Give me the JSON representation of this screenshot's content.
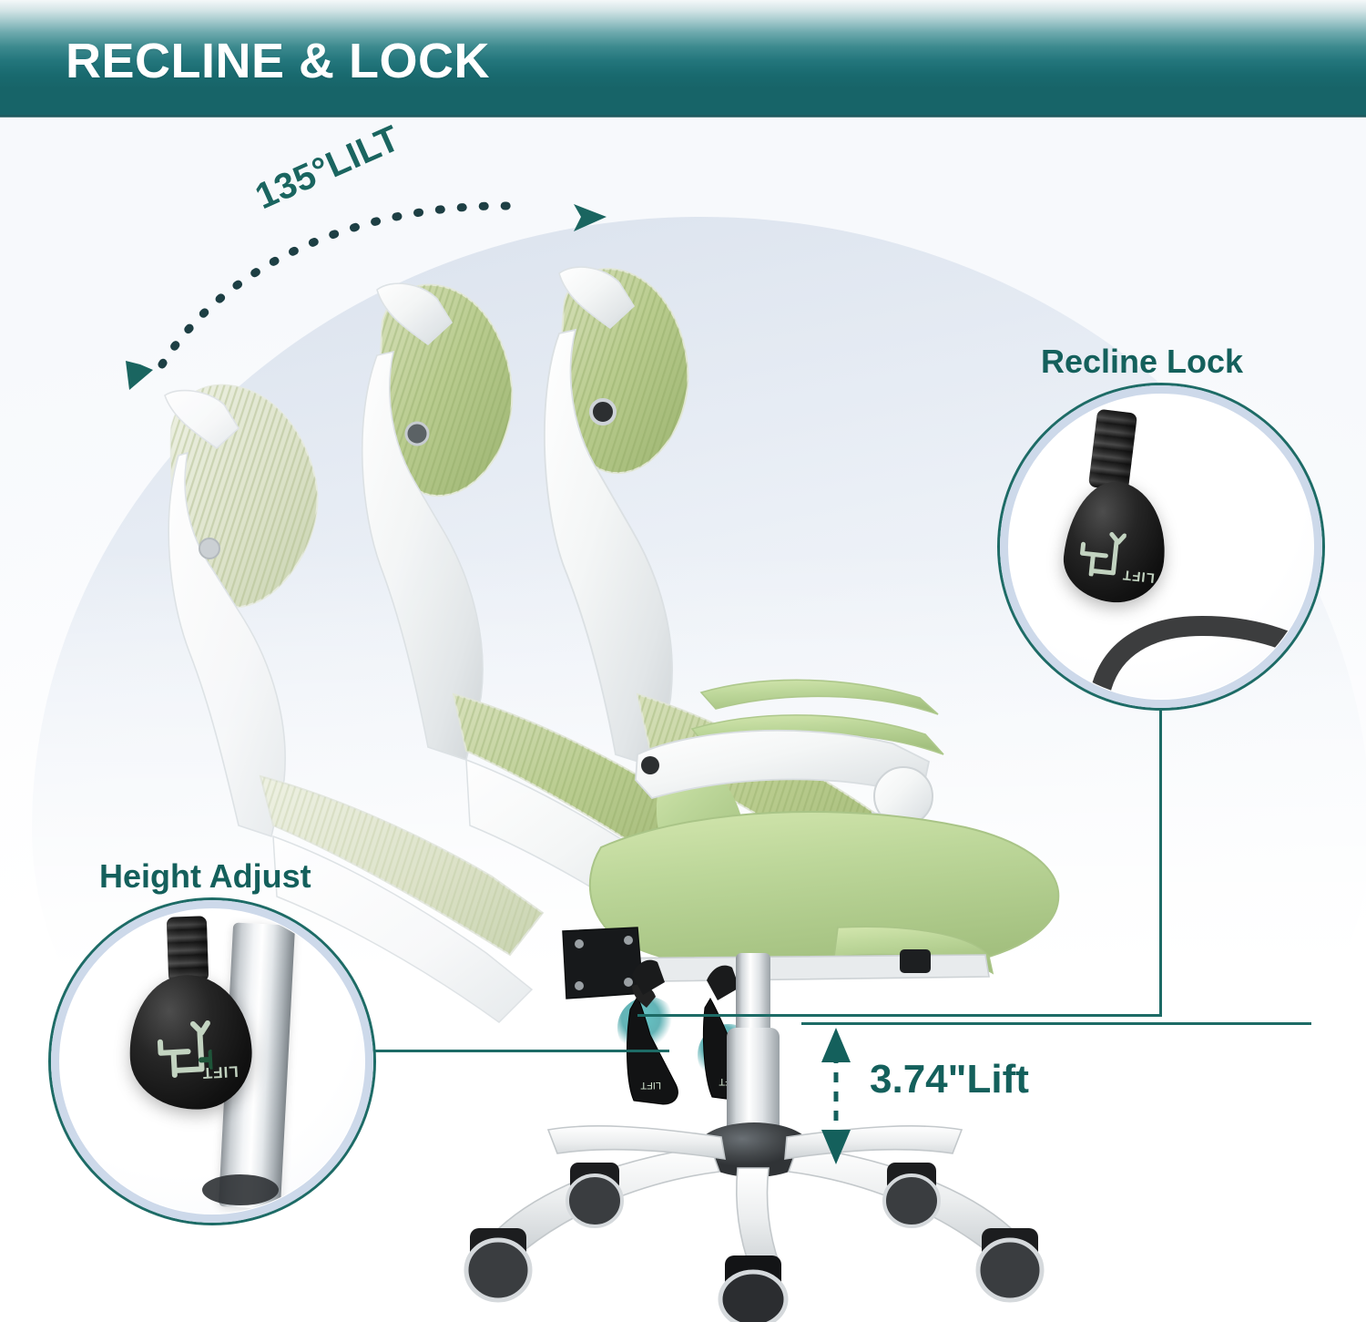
{
  "banner": {
    "title": "RECLINE & LOCK",
    "bg_top": "#f4f8f9",
    "bg_bottom": "#176468",
    "text_color": "#ffffff"
  },
  "annotations": {
    "tilt": {
      "label": "135°LILT",
      "color": "#1a6560",
      "arrow_style": "dotted-arc-double-headed"
    },
    "lift": {
      "label": "3.74\"Lift",
      "color": "#14605c",
      "arrow_style": "dashed-vertical-double-headed"
    }
  },
  "callouts": [
    {
      "id": "recline-lock",
      "title": "Recline Lock",
      "title_color": "#14605c",
      "ring_color": "#1d6b66",
      "ring_inner_color": "#cdd9ea",
      "lever_label": "LIFT",
      "connector": "elbow-down-left"
    },
    {
      "id": "height-adjust",
      "title": "Height Adjust",
      "title_color": "#14605c",
      "ring_color": "#1d6b66",
      "ring_inner_color": "#cdd9ea",
      "lever_label": "LIFT",
      "connector": "straight-right"
    }
  ],
  "product": {
    "type": "ergonomic-office-chair",
    "frame_color": "#f2f4f5",
    "mesh_color": "#b9cc8e",
    "cushion_color": "#bcd69a",
    "base_color": "#e8eaec",
    "caster_color": "#232323",
    "recline_positions": 3
  },
  "background": {
    "page_color": "#ffffff",
    "wash_color": "#dfe6f0"
  }
}
